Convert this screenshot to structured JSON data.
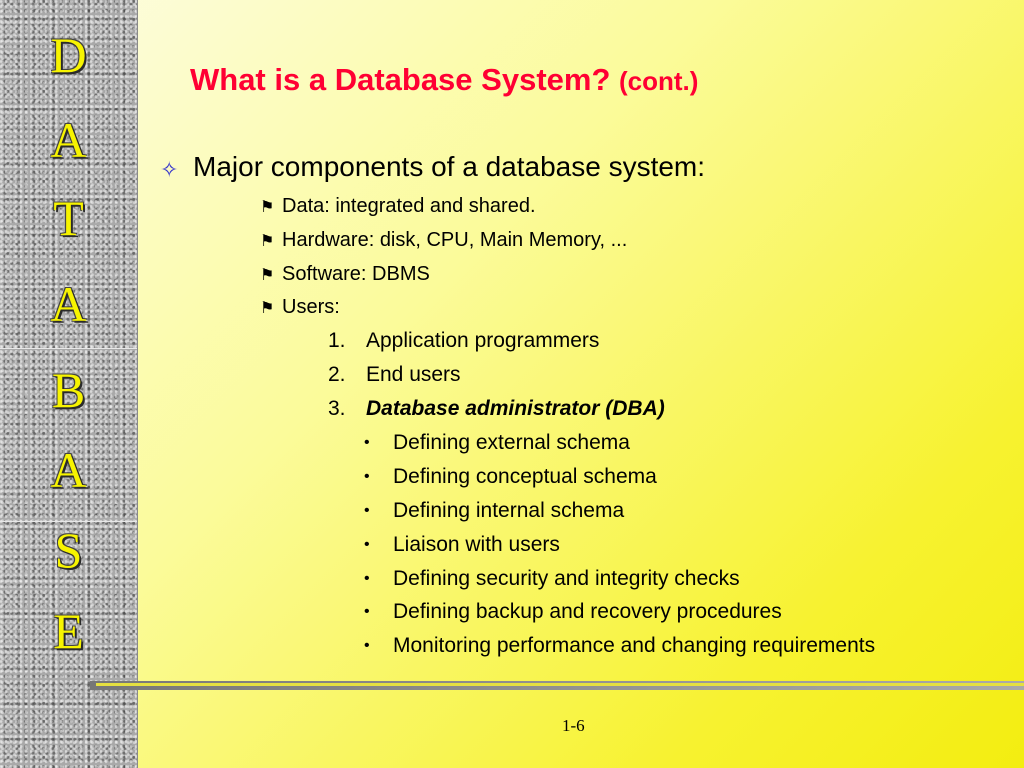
{
  "sidebar": {
    "letters": [
      "D",
      "A",
      "T",
      "A",
      "B",
      "A",
      "S",
      "E"
    ]
  },
  "title": {
    "main": "What is a Database System?",
    "sub": "(cont.)"
  },
  "bullets": {
    "level1": "Major components of a database system:",
    "components": [
      "Data: integrated and shared.",
      "Hardware: disk, CPU, Main Memory, ...",
      "Software: DBMS",
      "Users:"
    ],
    "users": [
      {
        "num": "1.",
        "text": "Application programmers"
      },
      {
        "num": "2.",
        "text": "End users"
      },
      {
        "num": "3.",
        "text": "Database administrator (DBA)"
      }
    ],
    "dba_tasks": [
      "Defining external schema",
      "Defining conceptual schema",
      "Defining internal schema",
      "Liaison with users",
      "Defining security and integrity checks",
      "Defining backup and recovery procedures",
      "Monitoring performance and changing requirements"
    ]
  },
  "icons": {
    "level1_bullet": "four-point-star-icon",
    "level2_bullet": "flag-icon",
    "level4_bullet": "dot-icon"
  },
  "colors": {
    "title": "#ff0033",
    "bullet": "#3333cc",
    "sidebar_letters": "#f7f400"
  },
  "footer": {
    "page": "1-6"
  }
}
